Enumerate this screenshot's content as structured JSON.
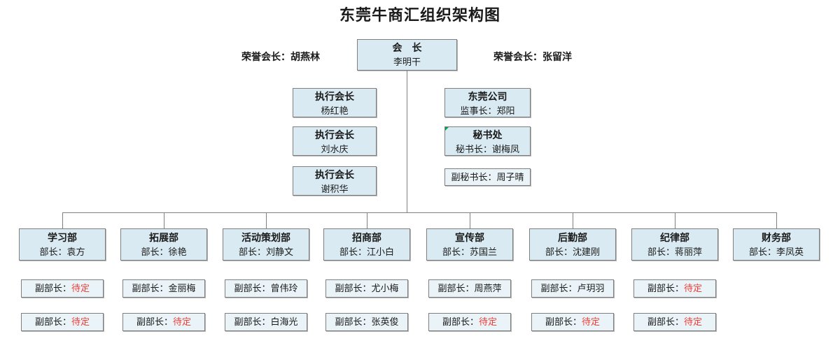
{
  "title": "东莞牛商汇组织架构图",
  "honorary": {
    "left": "荣誉会长：胡燕林",
    "right": "荣誉会长：张留洋"
  },
  "president": {
    "title": "会　长",
    "name": "李明干"
  },
  "executives": [
    {
      "title": "执行会长",
      "name": "杨红艳"
    },
    {
      "title": "执行会长",
      "name": "刘水庆"
    },
    {
      "title": "执行会长",
      "name": "谢积华"
    }
  ],
  "secretariat_column": {
    "company": {
      "title": "东莞公司",
      "name": "监事长：郑阳"
    },
    "secretariat": {
      "title": "秘书处",
      "name": "秘书长：谢梅凤",
      "has_note_marker": true
    },
    "deputy_secretary": "副秘书长：周子晴"
  },
  "deputy_prefix": "副部长：",
  "departments": [
    {
      "name": "学习部",
      "head": "部长：袁方",
      "deputies": [
        {
          "name": "待定",
          "pending": true
        },
        {
          "name": "待定",
          "pending": true
        }
      ]
    },
    {
      "name": "拓展部",
      "head": "部长：徐艳",
      "deputies": [
        {
          "name": "金丽梅",
          "pending": false
        },
        {
          "name": "待定",
          "pending": true
        }
      ]
    },
    {
      "name": "活动策划部",
      "head": "部长：刘静文",
      "deputies": [
        {
          "name": "曾伟玲",
          "pending": false
        },
        {
          "name": "白海光",
          "pending": false
        }
      ]
    },
    {
      "name": "招商部",
      "head": "部长：江小白",
      "deputies": [
        {
          "name": "尤小梅",
          "pending": false
        },
        {
          "name": "张英俊",
          "pending": false
        }
      ]
    },
    {
      "name": "宣传部",
      "head": "部长：苏国兰",
      "deputies": [
        {
          "name": "周燕萍",
          "pending": false
        },
        {
          "name": "待定",
          "pending": true
        }
      ]
    },
    {
      "name": "后勤部",
      "head": "部长：沈建刚",
      "deputies": [
        {
          "name": "卢玥羽",
          "pending": false
        },
        {
          "name": "待定",
          "pending": true
        }
      ]
    },
    {
      "name": "纪律部",
      "head": "部长：蒋丽萍",
      "deputies": [
        {
          "name": "待定",
          "pending": true
        },
        {
          "name": "待定",
          "pending": true
        }
      ]
    },
    {
      "name": "财务部",
      "head": "部长：李凤英",
      "deputies": []
    }
  ],
  "colors": {
    "box_fill": "#d9eaf2",
    "box_fill_light": "#eaf3f8",
    "border": "#7f7f7f",
    "connector_line": "#808080",
    "pending_red": "#ee4037",
    "note_marker_green": "#00a650",
    "text": "#1a1a1a"
  }
}
